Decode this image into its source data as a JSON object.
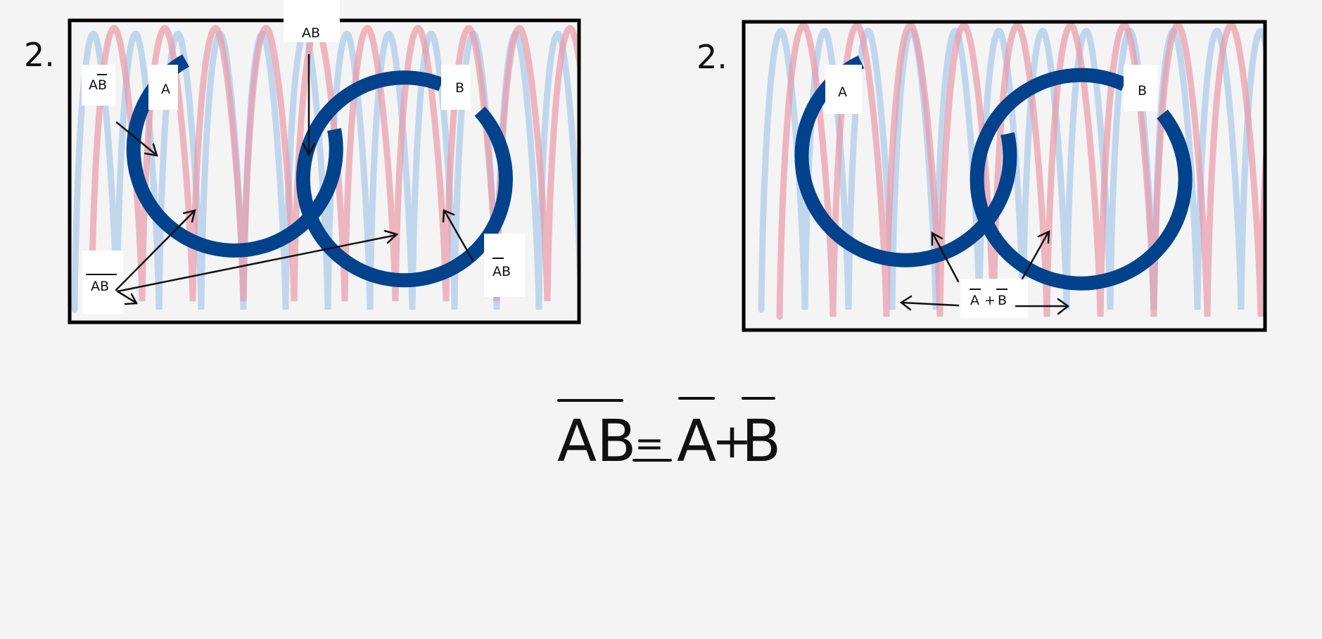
{
  "colors": {
    "background": "#f4f4f4",
    "circle": "#00428c",
    "red_hatch": "#e99aa8",
    "blue_hatch": "#a9c9ea",
    "ink": "#111111",
    "label_bg": "#ffffff"
  },
  "left_panel": {
    "number": "2.",
    "label_a": "A",
    "label_b": "B",
    "label_ab": "AB",
    "label_a_bbar": "AB",
    "label_abar_b": "AB",
    "label_not_ab": "AB"
  },
  "right_panel": {
    "number": "2.",
    "label_a": "A",
    "label_b": "B",
    "label_abar": "A",
    "label_plus": "+",
    "label_bbar": "B"
  },
  "equation": {
    "lhs": "AB",
    "equiv": "=",
    "a": "A",
    "plus": "+",
    "b": "B"
  }
}
